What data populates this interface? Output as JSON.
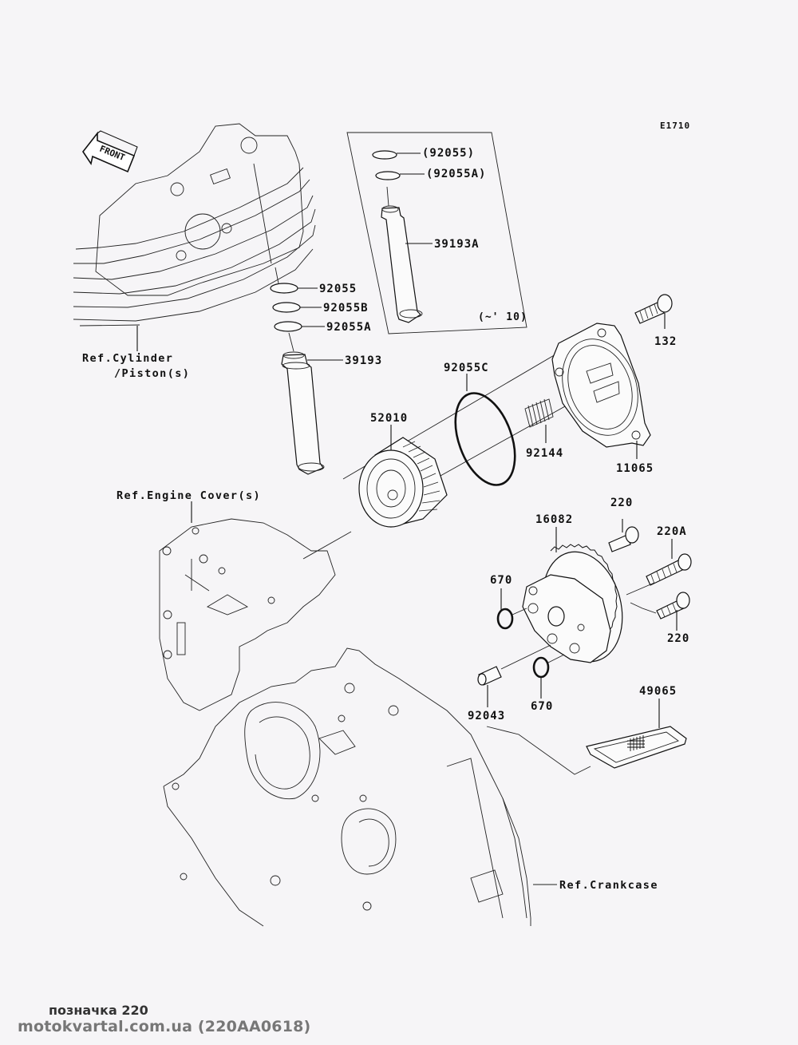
{
  "diagram": {
    "code": "E1710",
    "front_label": "FRONT",
    "inset_note": "(~' 10)",
    "inset_parts": [
      "(92055)",
      "(92055A)",
      "39193A"
    ],
    "parts": {
      "p92055": "92055",
      "p92055B": "92055B",
      "p92055A": "92055A",
      "p39193": "39193",
      "p52010": "52010",
      "p92055C": "92055C",
      "p92144": "92144",
      "p132": "132",
      "p11065": "11065",
      "p16082": "16082",
      "p220_top": "220",
      "p220A": "220A",
      "p220_bottom": "220",
      "p670_top": "670",
      "p670_bottom": "670",
      "p92043": "92043",
      "p49065": "49065"
    },
    "references": {
      "cylinder_line1": "Ref.Cylinder",
      "cylinder_line2": "/Piston(s)",
      "engine_cover": "Ref.Engine Cover(s)",
      "crankcase": "Ref.Crankcase"
    }
  },
  "footer": {
    "title": "позначка 220",
    "source": "motokvartal.com.ua (220AA0618)"
  }
}
